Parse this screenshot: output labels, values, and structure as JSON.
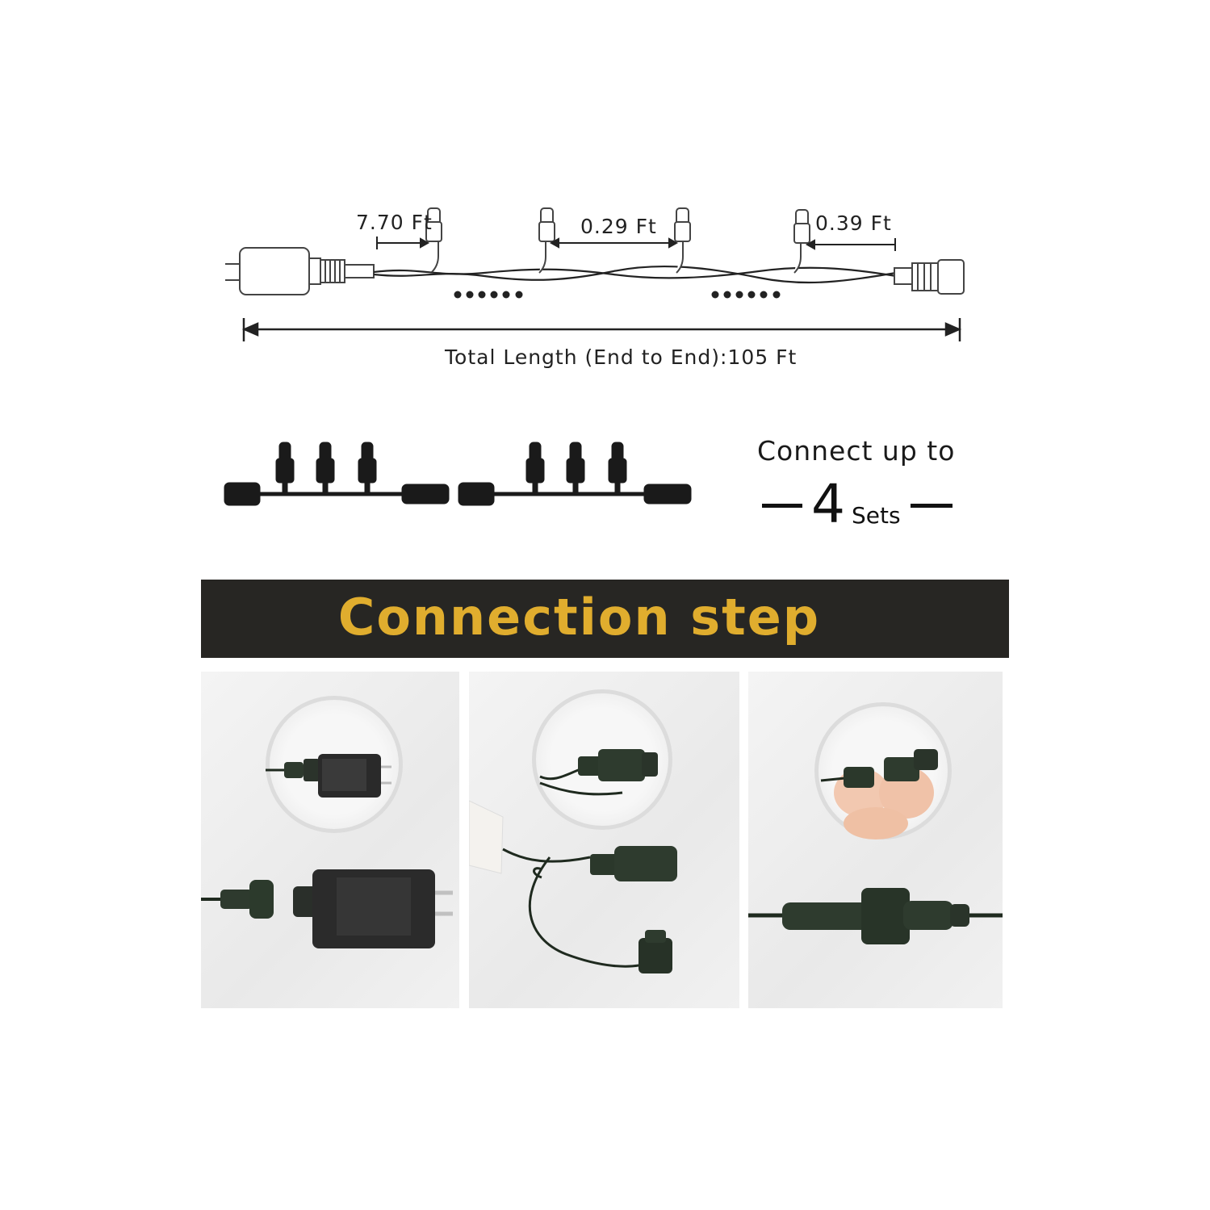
{
  "dimensions": {
    "lead_length": "7.70 Ft",
    "bulb_spacing": "0.29 Ft",
    "tail_length": "0.39 Ft",
    "total_length": "Total Length (End to End):105 Ft"
  },
  "connect": {
    "line1": "Connect up to",
    "count": "4",
    "unit": "Sets"
  },
  "banner": {
    "title": "Connection step"
  },
  "colors": {
    "banner_bg": "#272623",
    "banner_text": "#e0ad2e",
    "wire": "#1f2a1f",
    "connector": "#2e3a2e"
  }
}
